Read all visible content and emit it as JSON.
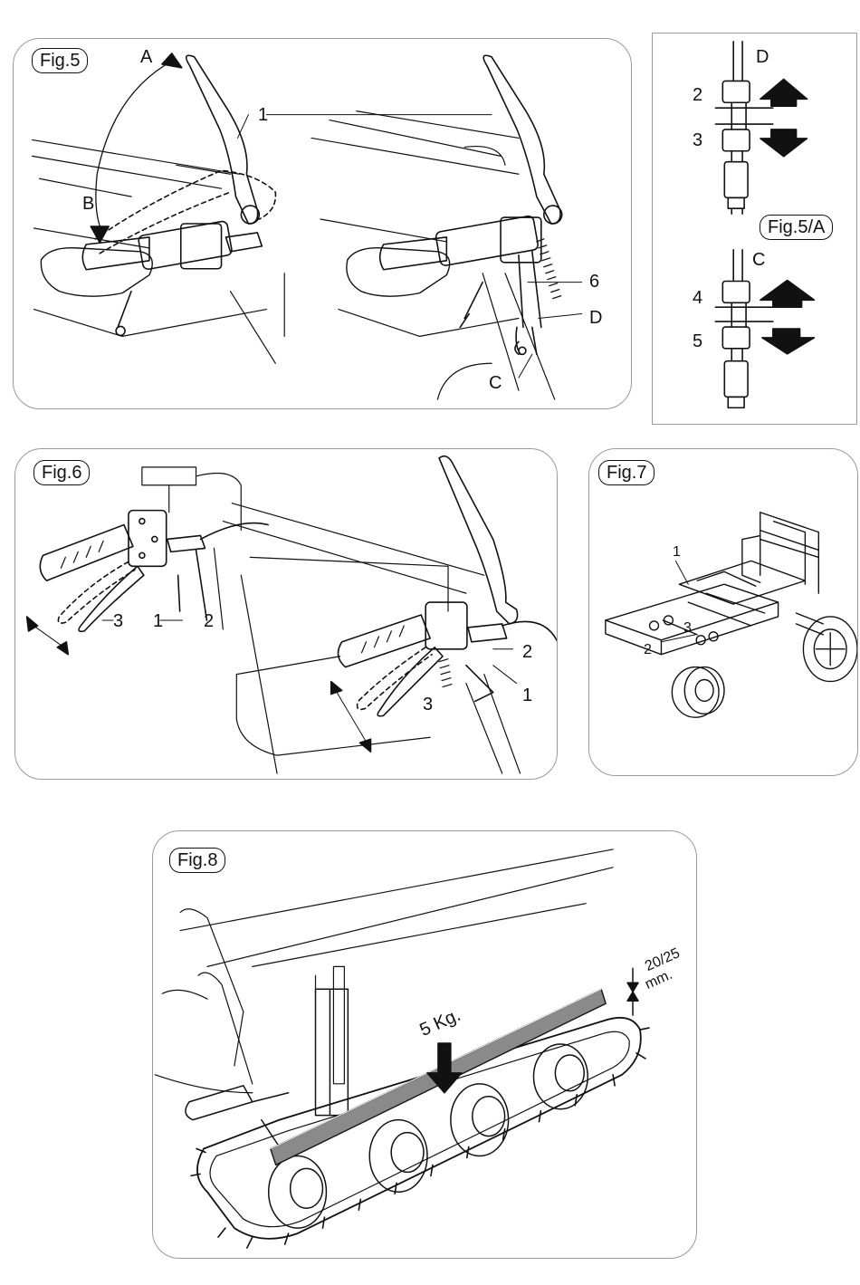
{
  "figures": {
    "fig5": {
      "tag": "Fig.5",
      "labels": {
        "A": "A",
        "B": "B",
        "one": "1",
        "six": "6",
        "D": "D",
        "C": "C"
      }
    },
    "fig5a": {
      "tag": "Fig.5/A",
      "labels": {
        "D": "D",
        "C": "C",
        "two": "2",
        "three": "3",
        "four": "4",
        "five": "5"
      }
    },
    "fig6": {
      "tag": "Fig.6",
      "labels": {
        "three_left": "3",
        "one_left": "1",
        "two_left": "2",
        "two_right": "2",
        "one_right": "1",
        "three_right": "3"
      }
    },
    "fig7": {
      "tag": "Fig.7",
      "labels": {
        "one": "1",
        "three": "3",
        "two": "2"
      }
    },
    "fig8": {
      "tag": "Fig.8",
      "labels": {
        "weight": "5 Kg.",
        "gap_value": "20/25",
        "gap_unit": "mm."
      }
    }
  }
}
